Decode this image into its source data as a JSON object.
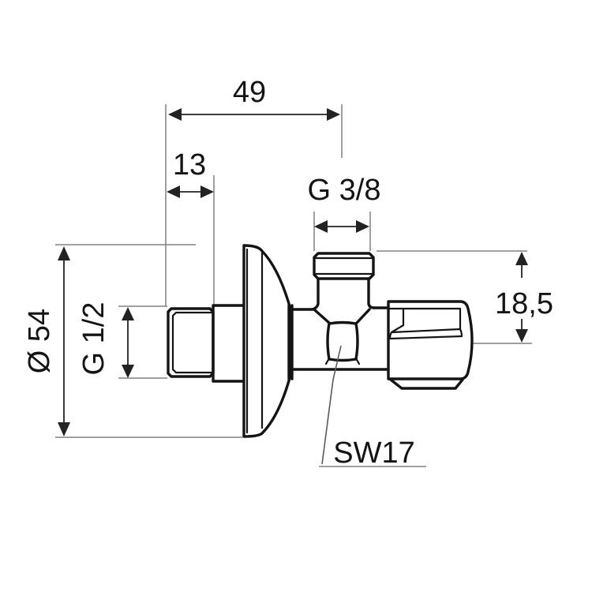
{
  "drawing": {
    "labels": {
      "horizontal_span": "49",
      "wall_thread_length": "13",
      "outlet_thread": "G 3/8",
      "outlet_height_offset": "18,5",
      "rosette_diameter": "Ø 54",
      "inlet_thread": "G 1/2",
      "valve_spanner_size": "SW17"
    },
    "colors": {
      "outline": "#141414",
      "dimension": "#222222",
      "reference": "#808080",
      "background": "#ffffff"
    }
  }
}
